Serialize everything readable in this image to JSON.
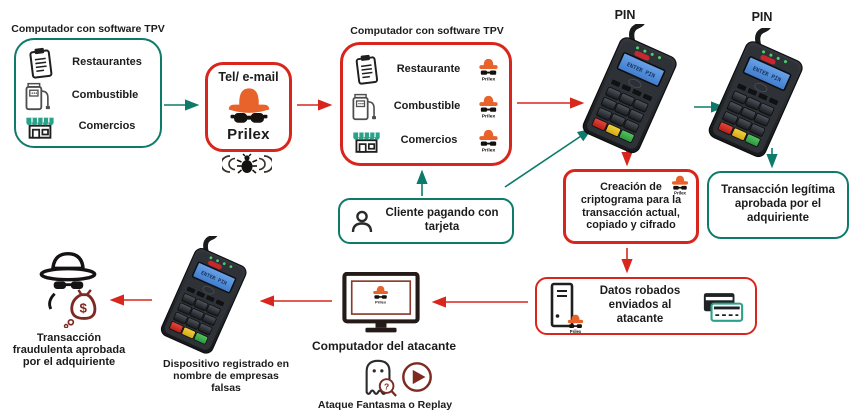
{
  "colors": {
    "teal": "#0e7b6a",
    "red": "#d8261c",
    "orange": "#e8622b",
    "dark_red": "#7d2b22",
    "text": "#1d1b1c"
  },
  "brand": {
    "name": "Prilex"
  },
  "pinpad": {
    "screen": "ENTER PIN"
  },
  "icons": {
    "dollar": "$",
    "question_mark": "?"
  },
  "pos_clean": {
    "title": "Computador con software TPV",
    "items": [
      {
        "label": "Restaurantes"
      },
      {
        "label": "Combustible"
      },
      {
        "label": "Comercios"
      }
    ]
  },
  "contact": {
    "title": "Tel/ e-mail"
  },
  "pos_infected": {
    "title": "Computador con software TPV",
    "items": [
      {
        "label": "Restaurante"
      },
      {
        "label": "Combustible"
      },
      {
        "label": "Comercios"
      }
    ]
  },
  "client": {
    "label": "Cliente pagando con tarjeta"
  },
  "pin_left": {
    "label": "PIN"
  },
  "pin_right": {
    "label": "PIN"
  },
  "cryptogram": {
    "label": "Creación de criptograma para la transacción actual, copiado y cifrado"
  },
  "legit": {
    "label": "Transacción legítima aprobada por el adquiriente"
  },
  "stolen": {
    "label": "Datos robados enviados al atacante"
  },
  "attacker": {
    "label": "Computador del atacante",
    "attack": "Ataque Fantasma o Replay"
  },
  "fake_device": {
    "label": "Dispositivo registrado en nombre de empresas falsas"
  },
  "fraud": {
    "label": "Transacción fraudulenta aprobada por el adquiriente"
  }
}
